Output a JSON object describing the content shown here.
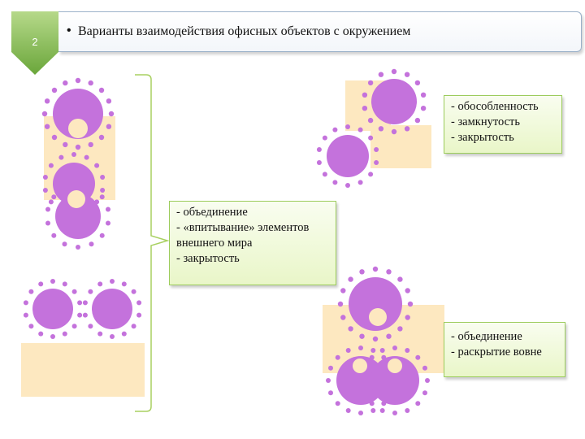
{
  "slide": {
    "number": "2"
  },
  "title": {
    "bullet": "•",
    "text": "Варианты взаимодействия офисных объектов с окружением"
  },
  "notes": {
    "center": [
      "- объединение",
      "- «впитывание» элементов",
      "внешнего мира",
      "- закрытость"
    ],
    "top_right": [
      "- обособленность",
      "- замкнутость",
      "- закрытость"
    ],
    "bottom_right": [
      "- объединение",
      "- раскрытие вовне"
    ]
  },
  "colors": {
    "circle": "#c472dc",
    "dot": "#c472dc",
    "block": "#fde8c0",
    "note_border": "#9ccc5c",
    "badge_top": "#b6d98a",
    "badge_bottom": "#6aa63a",
    "bracket": "#a8d060"
  }
}
